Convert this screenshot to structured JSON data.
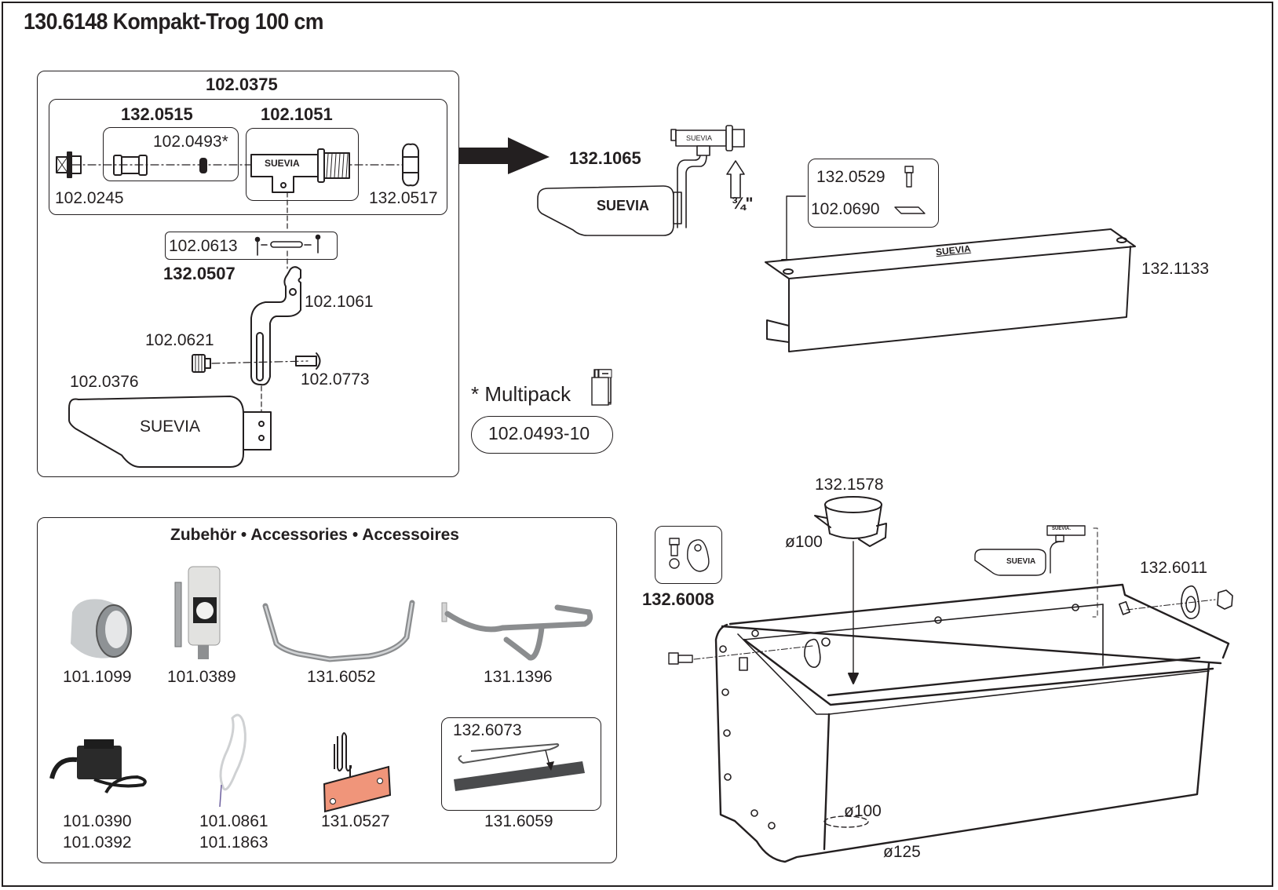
{
  "title": "130.6148 Kompakt-Trog 100 cm",
  "valve_assembly": {
    "group_number": "102.0375",
    "inner_group": {
      "housing_set": "132.0515",
      "seal": "102.0493*",
      "valve_body": "102.1051",
      "valve_body_brand": "SUEVIA",
      "plug": "102.0245",
      "nut": "132.0517"
    },
    "pin_set": "102.0613",
    "lever_set": "132.0507",
    "lever": "102.1061",
    "knob_screw": "102.0621",
    "rivet": "102.0773",
    "float": "102.0376",
    "float_brand": "SUEVIA"
  },
  "complete_valve": {
    "part_number": "132.1065",
    "brand": "SUEVIA",
    "brand_small": "SUEVIA",
    "thread_size": "¾\""
  },
  "multipack": {
    "label": "* Multipack",
    "part_number": "102.0493-10"
  },
  "cover": {
    "screw": "132.0529",
    "clamp": "102.0690",
    "cover_part": "132.1133",
    "brand": "SUEVIA"
  },
  "trough": {
    "drain_part": "132.1578",
    "drain_diameter": "ø100",
    "mounting_set": "132.6008",
    "inlet_gasket_set": "132.6011",
    "valve_brand": "SUEVIA",
    "valve_brand_small": "SUEVIA.",
    "bottom_diameter": "ø100",
    "outlet_diameter": "ø125"
  },
  "accessories": {
    "heading": "Zubehör • Accessories • Accessoires",
    "row1": [
      {
        "name": "insulation-tape",
        "numbers": [
          "101.1099"
        ]
      },
      {
        "name": "thermostat",
        "numbers": [
          "101.0389"
        ]
      },
      {
        "name": "heating-pipe",
        "numbers": [
          "131.6052"
        ]
      },
      {
        "name": "protection-bracket",
        "numbers": [
          "131.1396"
        ]
      }
    ],
    "row2": [
      {
        "name": "transformer",
        "numbers": [
          "101.0390",
          "101.0392"
        ]
      },
      {
        "name": "heating-cable",
        "numbers": [
          "101.0861",
          "101.1863"
        ]
      },
      {
        "name": "heating-element",
        "numbers": [
          "131.0527"
        ]
      },
      {
        "name": "heater-tray",
        "numbers": [
          "131.6059"
        ],
        "sub_part": "132.6073"
      }
    ]
  },
  "colors": {
    "ink": "#231f20",
    "heating_plate": "#f0957a",
    "metal": "#b9bcbf"
  }
}
